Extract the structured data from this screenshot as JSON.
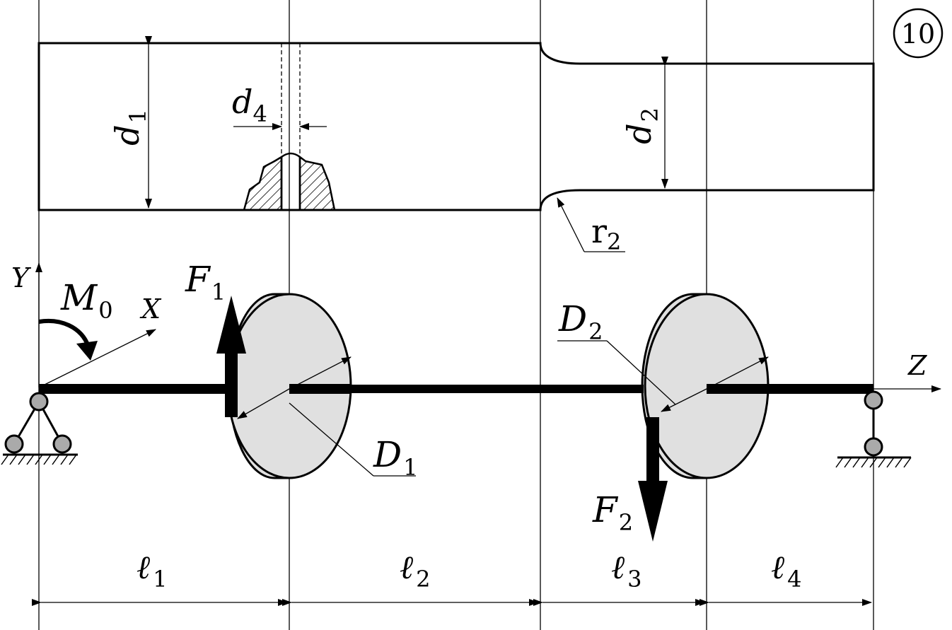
{
  "variant_number": "10",
  "labels": {
    "d1": {
      "main": "d",
      "sub": "1"
    },
    "d2": {
      "main": "d",
      "sub": "2"
    },
    "d4": {
      "main": "d",
      "sub": "4"
    },
    "r2": {
      "main": "r",
      "sub": "2"
    },
    "axis_y": "Y",
    "axis_x": "X",
    "axis_z": "Z",
    "moment": {
      "main": "M",
      "sub": "0"
    },
    "force1": {
      "main": "F",
      "sub": "1"
    },
    "force2": {
      "main": "F",
      "sub": "2"
    },
    "disk1": {
      "main": "D",
      "sub": "1"
    },
    "disk2": {
      "main": "D",
      "sub": "2"
    },
    "span1": {
      "main": "ℓ",
      "sub": "1"
    },
    "span2": {
      "main": "ℓ",
      "sub": "2"
    },
    "span3": {
      "main": "ℓ",
      "sub": "3"
    },
    "span4": {
      "main": "ℓ",
      "sub": "4"
    }
  },
  "colors": {
    "line": "#000000",
    "disk_fill": "#e0e0e0",
    "background": "#ffffff"
  }
}
